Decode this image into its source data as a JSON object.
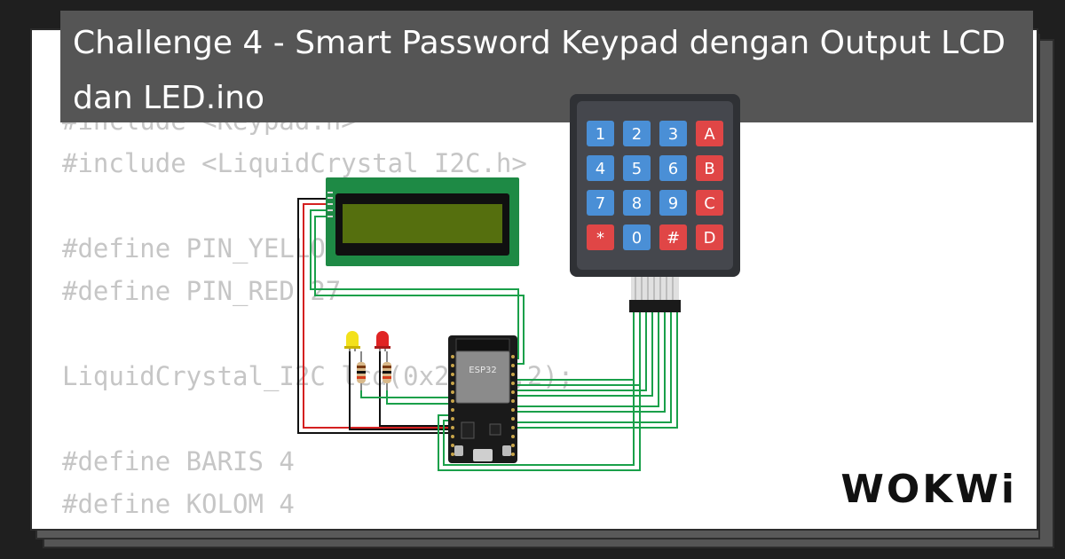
{
  "title": "Challenge 4 - Smart Password Keypad dengan Output LCD dan LED.ino",
  "code_lines": [
    "#include <Keypad.h>",
    "#include <LiquidCrystal_I2C.h>",
    "",
    "#define PIN_YELLOW 26",
    "#define PIN_RED 27",
    "",
    "LiquidCrystal_I2C lcd(0x27,16,2);",
    "",
    "#define BARIS 4",
    "#define KOLOM 4"
  ],
  "keypad": {
    "rows": [
      [
        "1",
        "2",
        "3",
        "A"
      ],
      [
        "4",
        "5",
        "6",
        "B"
      ],
      [
        "7",
        "8",
        "9",
        "C"
      ],
      [
        "*",
        "0",
        "#",
        "D"
      ]
    ],
    "colors": {
      "digit": "#4a8fd6",
      "letter": "#e04646",
      "body": "#2f3135",
      "face": "#45474d"
    }
  },
  "board": {
    "label": "ESP32"
  },
  "lcd": {
    "colors": {
      "pcb": "#1e8a45",
      "screen": "#556f0e",
      "bezel": "#101010"
    }
  },
  "leds": {
    "colors": {
      "yellow": "#f3e11b",
      "red": "#e02424"
    }
  },
  "wire_colors": {
    "green": "#1aa04a",
    "red": "#d42020",
    "black": "#111111"
  },
  "logo": {
    "text": "WOKWi"
  }
}
